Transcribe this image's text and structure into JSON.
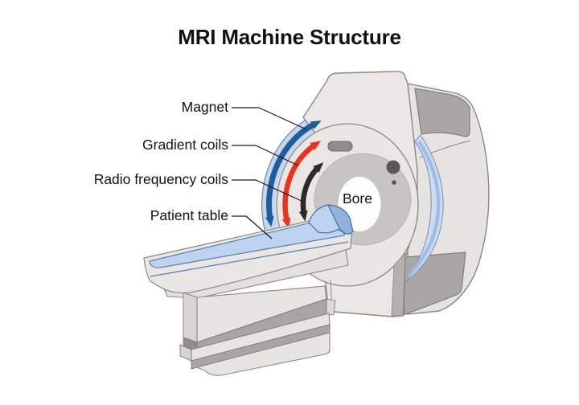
{
  "title": "MRI Machine Structure",
  "diagram": {
    "labels": {
      "magnet": "Magnet",
      "gradient_coils": "Gradient coils",
      "rf_coils": "Radio frequency coils",
      "patient_table": "Patient table",
      "bore": "Bore"
    },
    "colors": {
      "magnet_arrow_blue": "#1f5c99",
      "gradient_arrow_red": "#e8341f",
      "rf_arrow_black": "#2b2a28",
      "magnet_ring_blue": "#c5d7ee",
      "side_ring_blue": "#cfdcf0",
      "side_ring_stripe": "#9fbde4",
      "table_blue": "#bdd3f0",
      "table_blue_dark": "#8fb2de",
      "blue_stroke": "#5b7cb0",
      "machine_gray": "#eae7e4",
      "machine_gray_side": "#e6e3e0",
      "panel_dark_gray": "#a9a6a3",
      "bore_ring_gray": "#c7c5c3",
      "outline_gray": "#8a8886",
      "text_color": "#111111",
      "background": "#ffffff"
    }
  }
}
